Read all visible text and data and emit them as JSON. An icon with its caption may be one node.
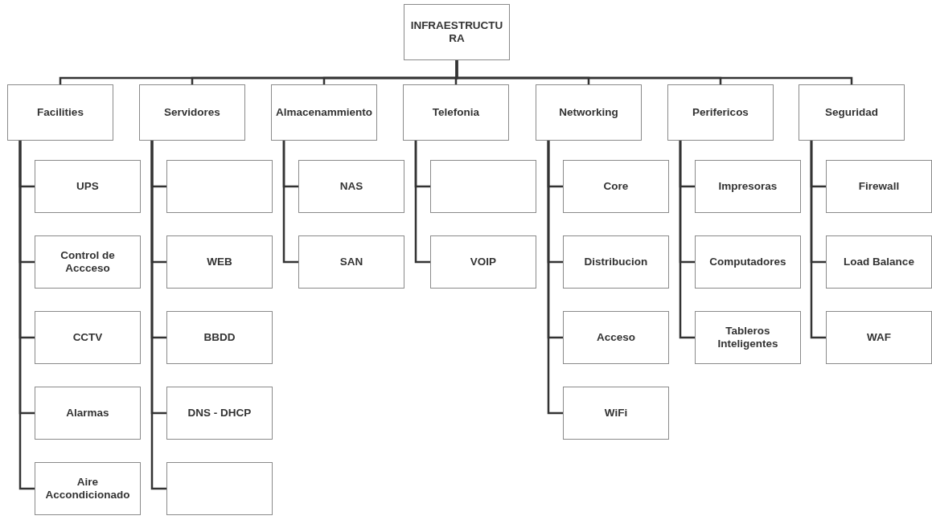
{
  "diagram": {
    "nodes": [
      {
        "text": [
          "INFRAESTRUCTURA"
        ]
      },
      {
        "text": [
          "Facilities"
        ]
      },
      {
        "text": [
          "Servidores"
        ]
      },
      {
        "text": [
          "Almacenammiento"
        ]
      },
      {
        "text": [
          "Telefonia"
        ]
      },
      {
        "text": [
          "Networking"
        ]
      },
      {
        "text": [
          "Perifericos"
        ]
      },
      {
        "text": [
          "Seguridad"
        ]
      },
      {
        "text": [
          "UPS"
        ]
      },
      {
        "text": [
          "Control de Accceso"
        ]
      },
      {
        "text": [
          "CCTV"
        ]
      },
      {
        "text": [
          "Alarmas"
        ]
      },
      {
        "text": [
          "Aire Accondicionado"
        ]
      },
      {
        "text": [],
        "shape": "box"
      },
      {
        "text": [
          "WEB"
        ]
      },
      {
        "text": [
          "BBDD"
        ]
      },
      {
        "text": [
          "DNS - DHCP"
        ]
      },
      {
        "text": [],
        "shape": "box"
      },
      {
        "text": [
          "NAS"
        ]
      },
      {
        "text": [
          "SAN"
        ]
      },
      {
        "text": [],
        "shape": "box"
      },
      {
        "text": [
          "VOIP"
        ]
      },
      {
        "text": [
          "Core"
        ]
      },
      {
        "text": [
          "Distribucion"
        ]
      },
      {
        "text": [
          "Acceso"
        ]
      },
      {
        "text": [
          "WiFi"
        ]
      },
      {
        "text": [
          "Impresoras"
        ]
      },
      {
        "text": [
          "Computadores"
        ]
      },
      {
        "text": [
          "Tableros Inteligentes"
        ]
      },
      {
        "text": [
          "Firewall"
        ]
      },
      {
        "text": [
          "Load Balance"
        ]
      },
      {
        "text": [
          "WAF"
        ]
      }
    ],
    "edges": [
      {
        "from": 0,
        "to": 1,
        "arrow": "none"
      },
      {
        "from": 0,
        "to": 2,
        "arrow": "none"
      },
      {
        "from": 0,
        "to": 3,
        "arrow": "none"
      },
      {
        "from": 0,
        "to": 4,
        "arrow": "none"
      },
      {
        "from": 0,
        "to": 5,
        "arrow": "none"
      },
      {
        "from": 0,
        "to": 6,
        "arrow": "none"
      },
      {
        "from": 0,
        "to": 7,
        "arrow": "none"
      },
      {
        "from": 1,
        "to": 8,
        "arrow": "none"
      },
      {
        "from": 1,
        "to": 9,
        "arrow": "none"
      },
      {
        "from": 1,
        "to": 10,
        "arrow": "none"
      },
      {
        "from": 1,
        "to": 11,
        "arrow": "none"
      },
      {
        "from": 1,
        "to": 12,
        "arrow": "none"
      },
      {
        "from": 2,
        "to": 13,
        "arrow": "none"
      },
      {
        "from": 2,
        "to": 14,
        "arrow": "none"
      },
      {
        "from": 2,
        "to": 15,
        "arrow": "none"
      },
      {
        "from": 2,
        "to": 16,
        "arrow": "none"
      },
      {
        "from": 2,
        "to": 17,
        "arrow": "none"
      },
      {
        "from": 3,
        "to": 18,
        "arrow": "none"
      },
      {
        "from": 3,
        "to": 19,
        "arrow": "none"
      },
      {
        "from": 4,
        "to": 20,
        "arrow": "none"
      },
      {
        "from": 4,
        "to": 21,
        "arrow": "none"
      },
      {
        "from": 5,
        "to": 22,
        "arrow": "none"
      },
      {
        "from": 5,
        "to": 23,
        "arrow": "none"
      },
      {
        "from": 5,
        "to": 24,
        "arrow": "none"
      },
      {
        "from": 5,
        "to": 25,
        "arrow": "none"
      },
      {
        "from": 6,
        "to": 26,
        "arrow": "none"
      },
      {
        "from": 6,
        "to": 27,
        "arrow": "none"
      },
      {
        "from": 6,
        "to": 28,
        "arrow": "none"
      },
      {
        "from": 7,
        "to": 29,
        "arrow": "none"
      },
      {
        "from": 7,
        "to": 30,
        "arrow": "none"
      },
      {
        "from": 7,
        "to": 31,
        "arrow": "none"
      }
    ]
  }
}
